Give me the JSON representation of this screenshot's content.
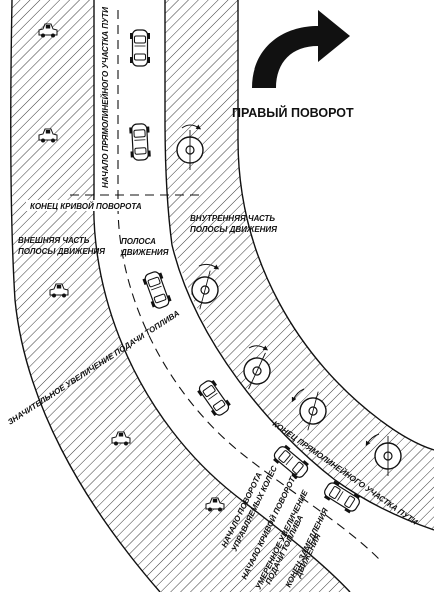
{
  "title": "ПРАВЫЙ ПОВОРОТ",
  "labels": {
    "start_straight_top": "НАЧАЛО ПРЯМОЛИНЕЙНОГО УЧАСТКА ПУТИ",
    "end_curve": "КОНЕЦ КРИВОЙ ПОВОРОТА",
    "outer_part_1": "ВНЕШНЯЯ ЧАСТЬ",
    "outer_part_2": "ПОЛОСЫ ДВИЖЕНИЯ",
    "lane_1": "ПОЛОСА",
    "lane_2": "ДВИЖЕНИЯ",
    "inner_part_1": "ВНУТРЕННЯЯ ЧАСТЬ",
    "inner_part_2": "ПОЛОСЫ ДВИЖЕНИЯ",
    "fuel_increase": "ЗНАЧИТЕЛЬНОЕ УВЕЛИЧЕНИЕ ПОДАЧИ ТОПЛИВА",
    "end_straight_bottom": "КОНЕЦ ПРЯМОЛИНЕЙНОГО УЧАСТКА ПУТИ",
    "turn_start_1": "НАЧАЛО ПОВОРОТА",
    "turn_start_2": "УПРАВЛЯЕМЫХ КОЛЕС",
    "curve_start": "НАЧАЛО КРИВОЙ ПОВОРОТА",
    "moderate_1": "УМЕРЕННОЕ УВЕЛИЧЕНИЕ",
    "moderate_2": "ПОДАЧИ ТОПЛИВА",
    "decel_1": "КОНЕЦ ЗАМЕДЛЕНИЯ",
    "decel_2": "ДВИЖЕНИЯ"
  },
  "icons": {
    "turn_arrow": "curved-right-arrow-icon",
    "steering_wheel": "steering-wheel-icon",
    "car": "car-icon"
  }
}
